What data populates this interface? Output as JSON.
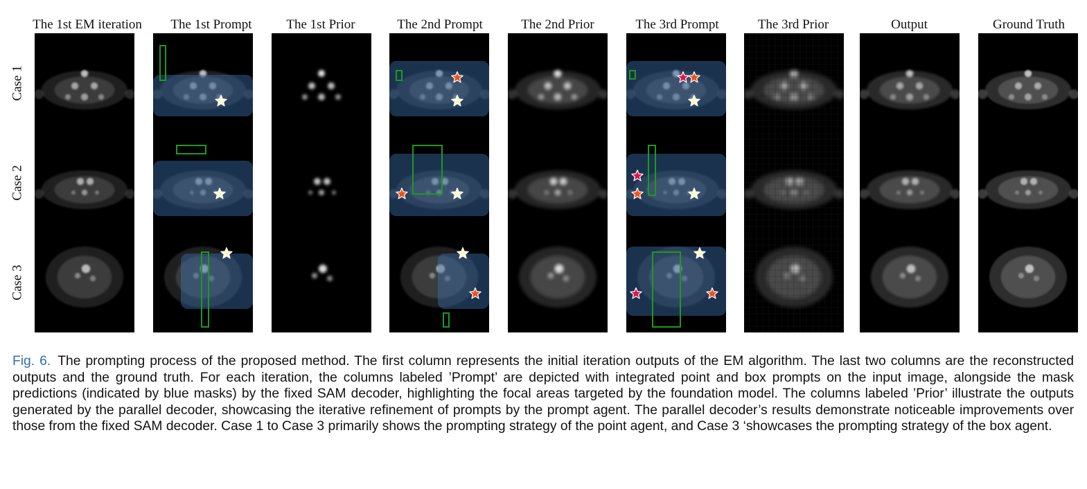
{
  "figure": {
    "columns": [
      "The 1st EM iteration",
      "The 1st Prompt",
      "The 1st Prior",
      "The 2nd Prompt",
      "The 2nd Prior",
      "The 3rd Prompt",
      "The 3rd Prior",
      "Output",
      "Ground Truth"
    ],
    "rows": [
      "Case 1",
      "Case 2",
      "Case 3"
    ],
    "colors": {
      "mask_blue": "#3b6fb0",
      "box_green": "#1e9a1e",
      "star_white": "#fff8c8",
      "star_orange": "#f0501c",
      "star_red": "#e0144a",
      "link_blue": "#2f6fb0"
    }
  },
  "caption": {
    "label": "Fig. 6.",
    "text": "The prompting process of the proposed method. The first column represents the initial iteration outputs of the EM algorithm. The last two columns are the reconstructed outputs and the ground truth. For each iteration, the columns labeled ’Prompt’ are depicted with integrated point and box prompts on the input image, alongside the mask predictions (indicated by blue masks) by the fixed SAM decoder, highlighting the focal areas targeted by the foundation model. The columns labeled ’Prior’ illustrate the outputs generated by the parallel decoder, showcasing the iterative refinement of prompts by the prompt agent. The parallel decoder’s results demonstrate noticeable improvements over those from the fixed SAM decoder. Case 1 to Case 3 primarily shows the prompting strategy of the point agent, and Case 3 ‘showcases the prompting strategy of the box agent."
  }
}
